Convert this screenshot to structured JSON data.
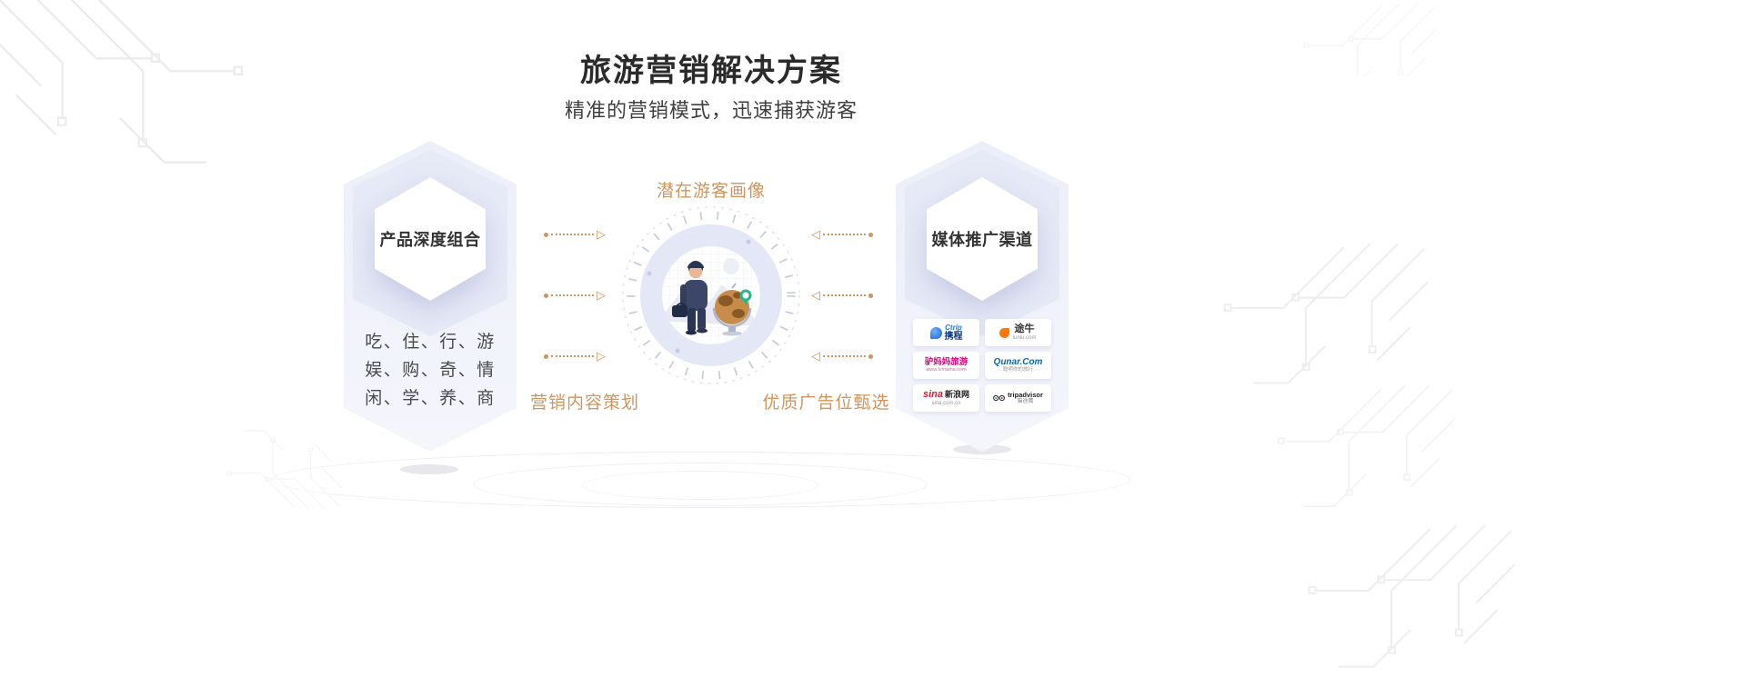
{
  "header": {
    "title": "旅游营销解决方案",
    "subtitle": "精准的营销模式，迅速捕获游客"
  },
  "left_card": {
    "title": "产品深度组合",
    "lines": [
      "吃、住、行、游",
      "娱、购、奇、情",
      "闲、学、养、商"
    ]
  },
  "center": {
    "top_label": "潜在游客画像",
    "bottom_left_label": "营销内容策划",
    "bottom_right_label": "优质广告位甄选"
  },
  "right_card": {
    "title": "媒体推广渠道",
    "logos": [
      {
        "id": "ctrip",
        "brand": "Ctrip",
        "cn": "携程"
      },
      {
        "id": "tuniu",
        "cn": "途牛",
        "sub": "tuniu.com"
      },
      {
        "id": "lvmama",
        "cn": "驴妈妈旅游",
        "sub": "www.lvmama.com"
      },
      {
        "id": "qunar",
        "brand": "Qunar.Com",
        "sub": "聪明你的旅行"
      },
      {
        "id": "sina",
        "brand": "sina",
        "cn": "新浪网",
        "sub": "sina.com.cn"
      },
      {
        "id": "tripadvisor",
        "brand": "tripadvisor",
        "sub": "猫途鹰"
      }
    ]
  },
  "icons": {
    "arrow_right": "▷",
    "arrow_left": "◁"
  },
  "colors": {
    "accent_orange": "#D2945E",
    "card_lavender": "#ECEEF9",
    "title_text": "#2B2B2B"
  }
}
